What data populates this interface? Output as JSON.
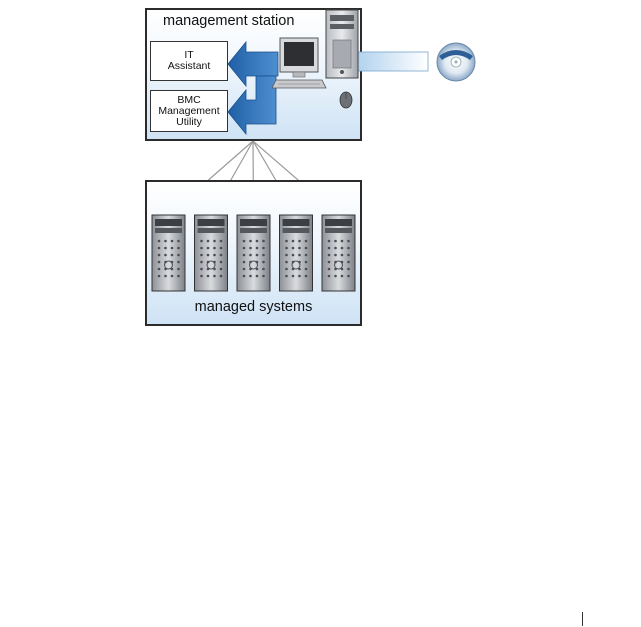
{
  "management_station": {
    "title": "management station",
    "it_assistant": {
      "line1": "IT",
      "line2": "Assistant"
    },
    "bmc_utility": {
      "line1": "BMC",
      "line2": "Management",
      "line3": "Utility"
    }
  },
  "managed_systems": {
    "title": "managed systems",
    "server_count": 5
  },
  "icons": {
    "workstation": "workstation-icon",
    "tower": "tower-pc-icon",
    "mouse": "mouse-icon",
    "cd": "cd-disc-icon",
    "server": "rack-server-icon"
  }
}
